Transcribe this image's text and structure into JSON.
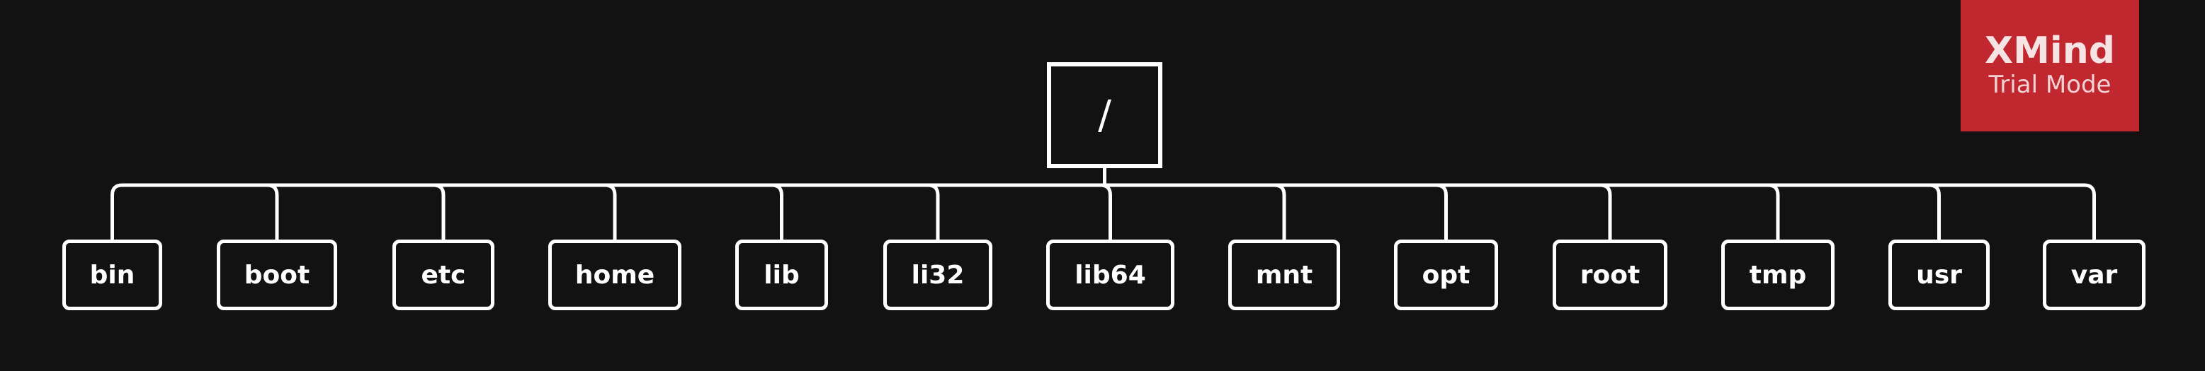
{
  "root": {
    "label": "/"
  },
  "children": [
    {
      "label": "bin"
    },
    {
      "label": "boot"
    },
    {
      "label": "etc"
    },
    {
      "label": "home"
    },
    {
      "label": "lib"
    },
    {
      "label": "li32"
    },
    {
      "label": "lib64"
    },
    {
      "label": "mnt"
    },
    {
      "label": "opt"
    },
    {
      "label": "root"
    },
    {
      "label": "tmp"
    },
    {
      "label": "usr"
    },
    {
      "label": "var"
    }
  ],
  "badge": {
    "brand": "XMind",
    "mode": "Trial Mode"
  },
  "colors": {
    "background": "#121212",
    "line": "#ffffff",
    "badge": "#c0272f"
  }
}
